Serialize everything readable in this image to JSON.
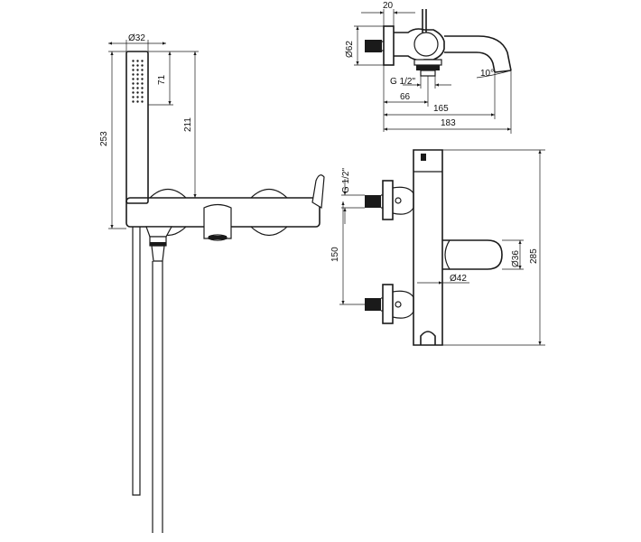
{
  "dimensions": {
    "hand_shower_diameter": "Ø32",
    "hand_shower_length": "253",
    "hand_shower_head": "71",
    "hand_shower_holder": "211",
    "side_wall_thickness": "20",
    "side_body_diameter": "Ø62",
    "side_thread": "G 1/2\"",
    "side_angle": "10°",
    "side_66": "66",
    "side_165": "165",
    "side_183": "183",
    "front_thread": "G 1/2\"",
    "front_spacing": "150",
    "front_spout_diameter": "Ø36",
    "front_body_diameter": "Ø42",
    "front_height": "285"
  },
  "colors": {
    "line": "#1a1a1a",
    "background": "#ffffff"
  }
}
